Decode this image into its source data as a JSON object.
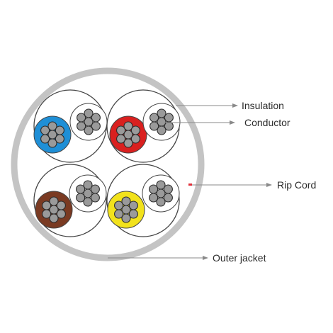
{
  "labels": {
    "insulation": "Insulation",
    "conductor": "Conductor",
    "rip_cord": "Rip Cord",
    "outer_jacket": "Outer jacket"
  },
  "pairs": [
    {
      "colored_conductor": "blue",
      "color": "#1f8fd6"
    },
    {
      "colored_conductor": "red",
      "color": "#d9201f"
    },
    {
      "colored_conductor": "brown",
      "color": "#7a3a22"
    },
    {
      "colored_conductor": "yellow",
      "color": "#f2e21c"
    }
  ],
  "colors": {
    "jacket": "#c4c4c4",
    "leader_line": "#8a8a8a",
    "rip_cord": "#e0303a",
    "strand_fill": "#9a9a9a",
    "strand_stroke": "#2a2a2a",
    "outline": "#444444"
  }
}
